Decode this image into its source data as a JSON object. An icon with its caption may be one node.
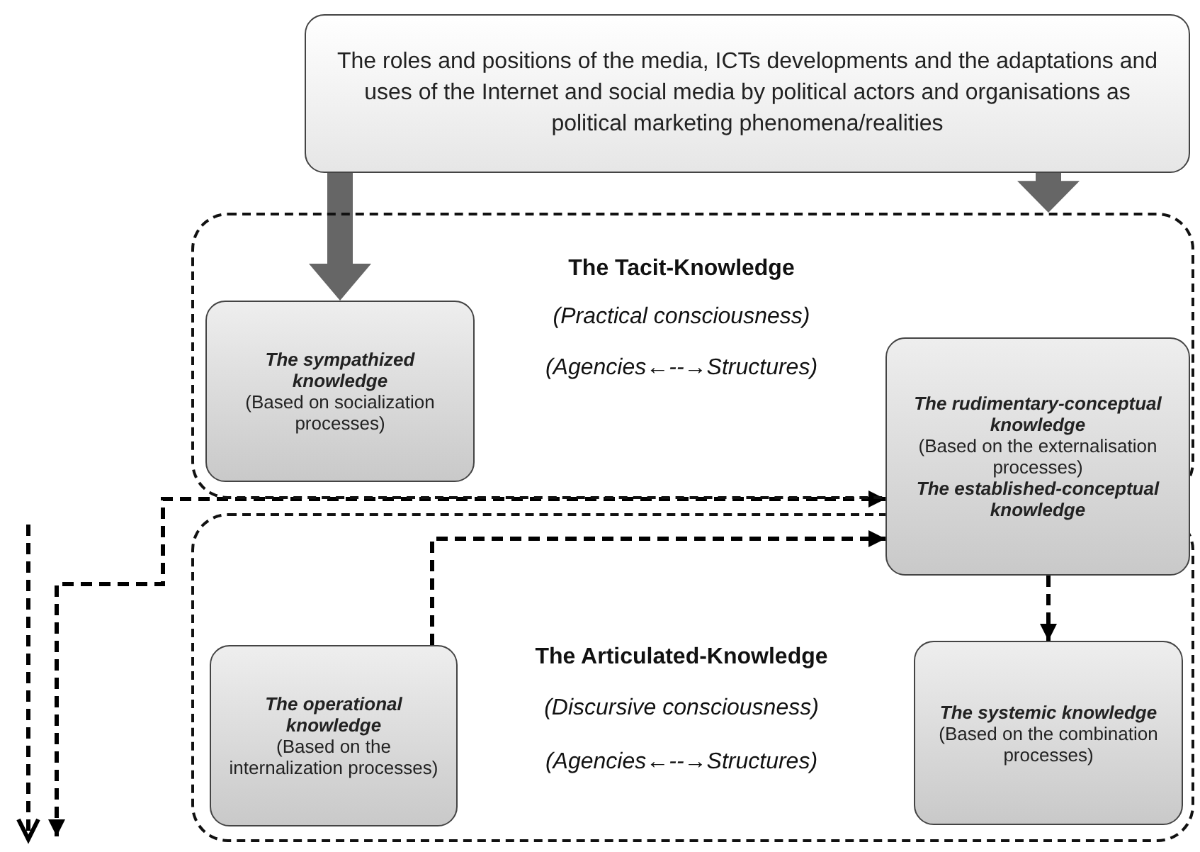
{
  "diagram": {
    "nodes": [
      {
        "text": [
          "The roles and positions of the media, ICTs developments and the adaptations and uses of the Internet and social media by political actors and organisations as political marketing phenomena/realities"
        ]
      },
      {
        "text": [
          "The Tacit-Knowledge",
          "(Practical consciousness)",
          "(Agencies←--→Structures)"
        ]
      },
      {
        "text": [
          "The sympathized knowledge",
          "(Based on socialization processes)"
        ],
        "in": 1
      },
      {
        "text": [
          "The rudimentary-conceptual knowledge",
          "(Based on the externalisation processes)",
          "The established-conceptual knowledge"
        ]
      },
      {
        "text": [
          "The Articulated-Knowledge",
          "(Discursive consciousness)",
          "(Agencies←--→Structures)"
        ]
      },
      {
        "text": [
          "The operational knowledge",
          "(Based on the internalization processes)"
        ],
        "in": 4
      },
      {
        "text": [
          "The systemic knowledge",
          "(Based on the combination processes)"
        ],
        "in": 4
      }
    ],
    "edges": [
      {
        "from": 0,
        "to": 2,
        "arrow": "to",
        "style": "thick",
        "color": "#666666"
      },
      {
        "from": 0,
        "to": 1,
        "arrow": "to",
        "style": "thick",
        "color": "#666666"
      },
      {
        "from": null,
        "to": 3,
        "arrow": "both",
        "style": "dashed"
      },
      {
        "from": 5,
        "to": 3,
        "arrow": "to",
        "style": "dashed"
      },
      {
        "from": 3,
        "to": 6,
        "arrow": "to",
        "style": "dashed"
      }
    ]
  }
}
